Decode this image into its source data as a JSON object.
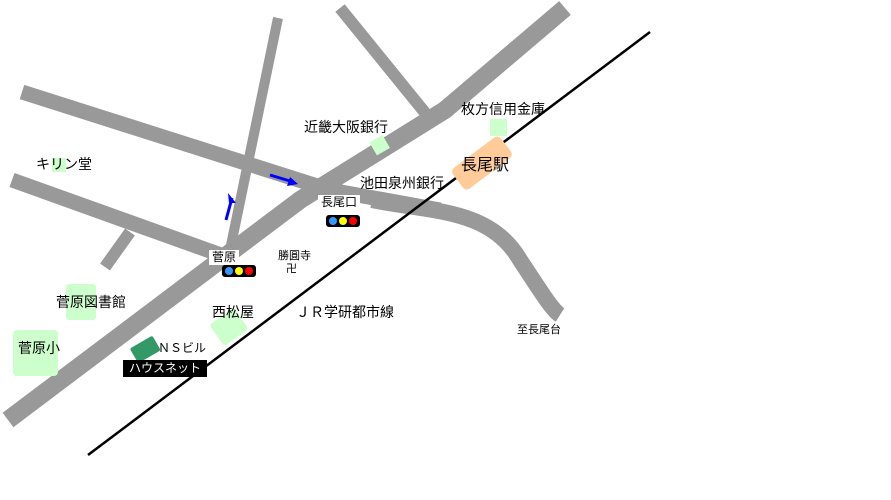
{
  "colors": {
    "road": "#999999",
    "rail": "#000000",
    "landmark": "#ccffcc",
    "station": "#ffcc99",
    "ns_building": "#339966",
    "arrow": "#0000ff",
    "signal_blue": "#3399ff",
    "signal_yellow": "#ffff00",
    "signal_red": "#ff0000"
  },
  "labels": {
    "kirin": "キリン堂",
    "kinki_bank": "近畿大阪銀行",
    "hirakata_bank": "枚方信用金庫",
    "nagao_station": "長尾駅",
    "ikeda_bank": "池田泉州銀行",
    "nagaoguchi": "長尾口",
    "sugahara": "菅原",
    "shoenji": "勝圓寺",
    "temple_mark": "卍",
    "library": "菅原図書館",
    "nishimatsuya": "西松屋",
    "jr_line": "ＪＲ学研都市線",
    "to_nagaodai": "至長尾台",
    "sugahara_elem": "菅原小",
    "ns_building": "ＮＳビル",
    "housenet": "ハウスネット"
  }
}
